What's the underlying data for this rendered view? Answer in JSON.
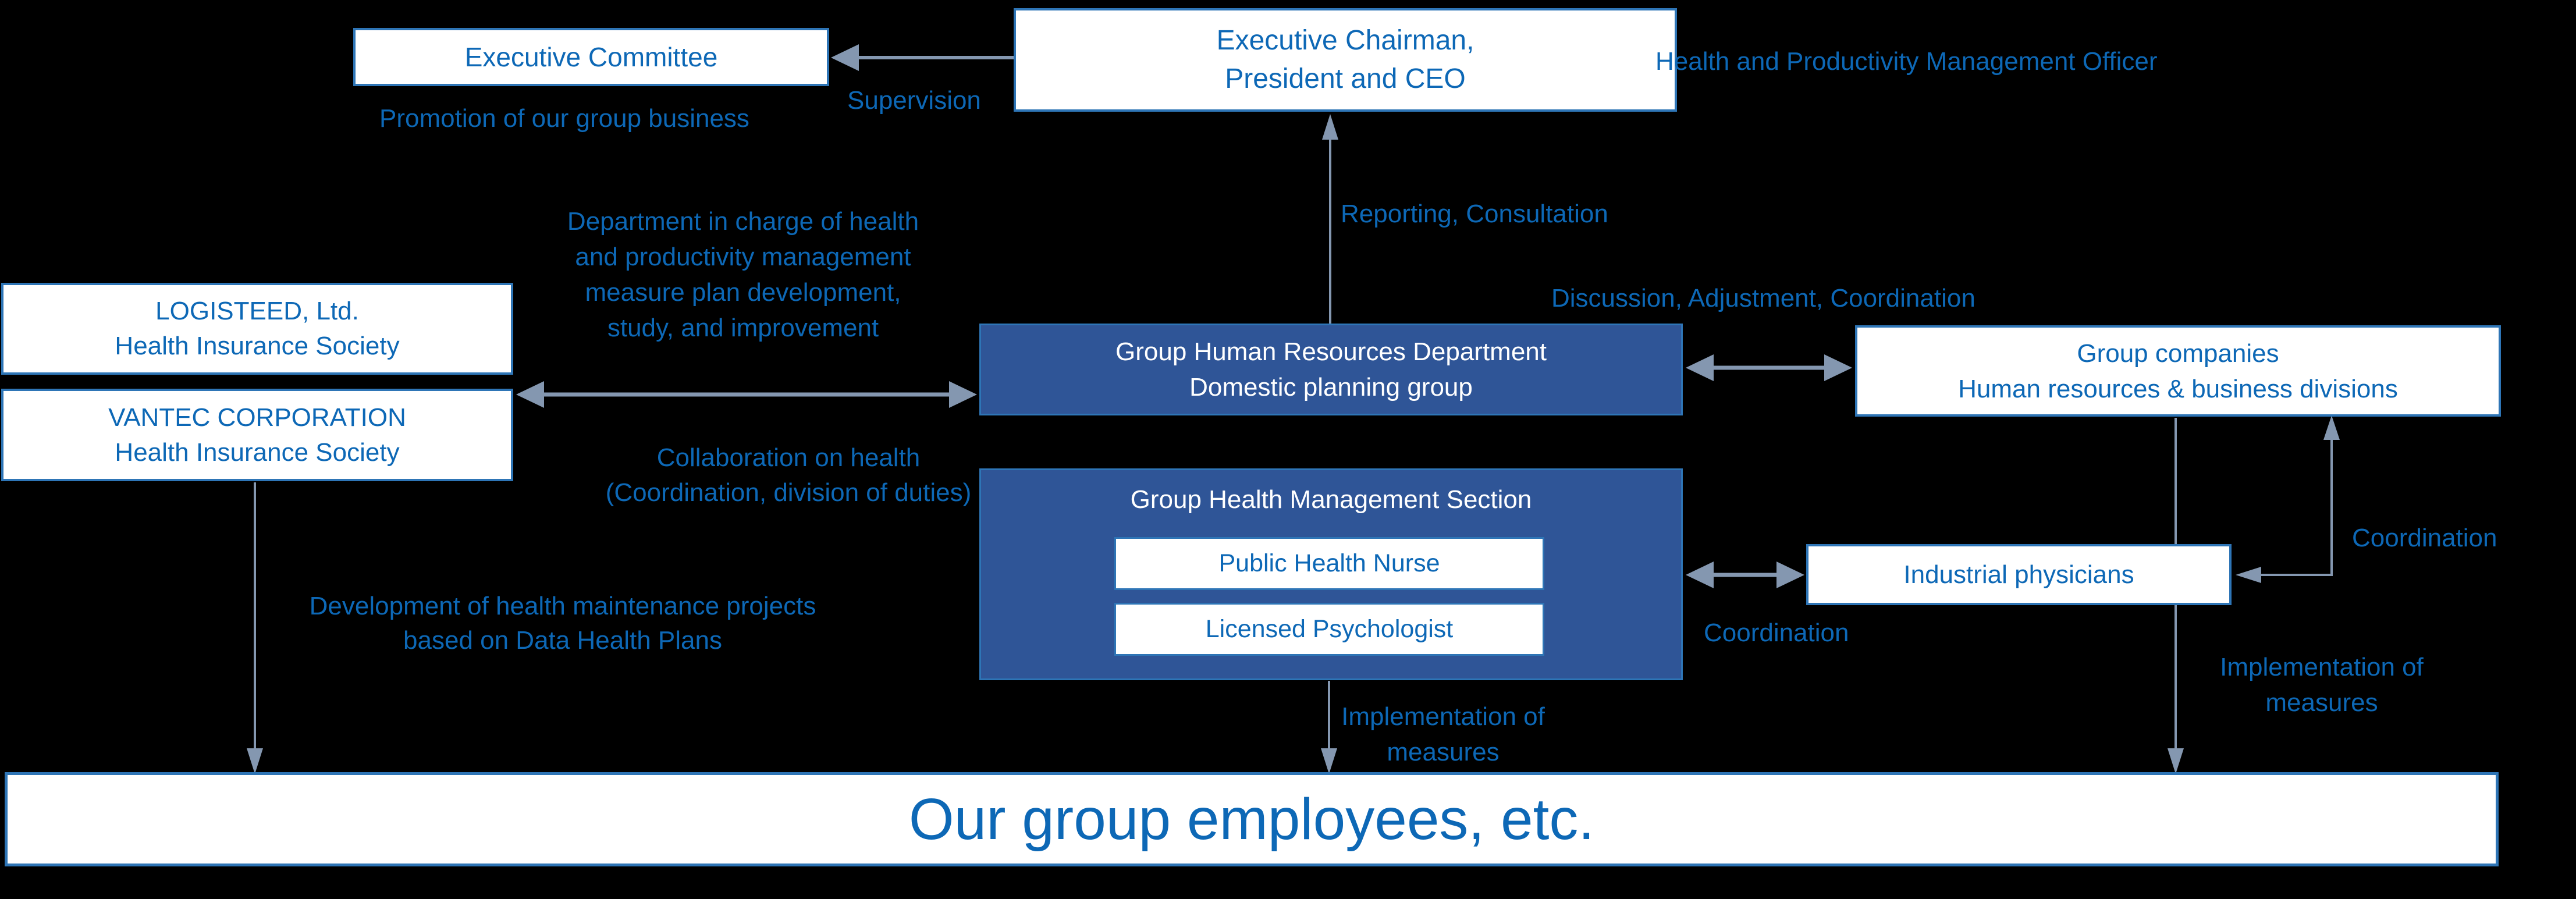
{
  "palette": {
    "background": "#000000",
    "node_fill_dark": "#2F5597",
    "node_fill_light": "#FFFFFF",
    "node_border_blue": "#2E75B6",
    "text_blue": "#0D68B6",
    "text_white": "#FFFFFF",
    "connector_steel_blue": "#8497B0"
  },
  "nodes": {
    "executive_committee": "Executive Committee",
    "executive_chairman": [
      "Executive Chairman,",
      "President and CEO"
    ],
    "logisteed": [
      "LOGISTEED, Ltd.",
      "Health Insurance Society"
    ],
    "vantec": [
      "VANTEC CORPORATION",
      "Health Insurance Society"
    ],
    "group_hr": [
      "Group Human Resources Department",
      "Domestic planning group"
    ],
    "group_companies": [
      "Group companies",
      "Human resources & business divisions"
    ],
    "ghms_title": "Group Health Management Section",
    "public_health_nurse": "Public Health Nurse",
    "licensed_psychologist": "Licensed Psychologist",
    "industrial_physicians": "Industrial physicians",
    "employees": "Our group employees, etc."
  },
  "labels": {
    "officer": "Health and Productivity Management Officer",
    "supervision": "Supervision",
    "promotion": "Promotion of our group business",
    "reporting": "Reporting, Consultation",
    "dept_in_charge": [
      "Department in charge of health",
      "and productivity management",
      "measure plan development,",
      "study, and improvement"
    ],
    "discussion": "Discussion, Adjustment, Coordination",
    "collaboration": [
      "Collaboration on health",
      "(Coordination, division of duties)"
    ],
    "coordination_left": "Coordination",
    "coordination_right": "Coordination",
    "development": [
      "Development of health maintenance projects",
      "based on Data Health Plans"
    ],
    "implementation_center": [
      "Implementation of",
      "measures"
    ],
    "implementation_right": [
      "Implementation of",
      "measures"
    ]
  }
}
